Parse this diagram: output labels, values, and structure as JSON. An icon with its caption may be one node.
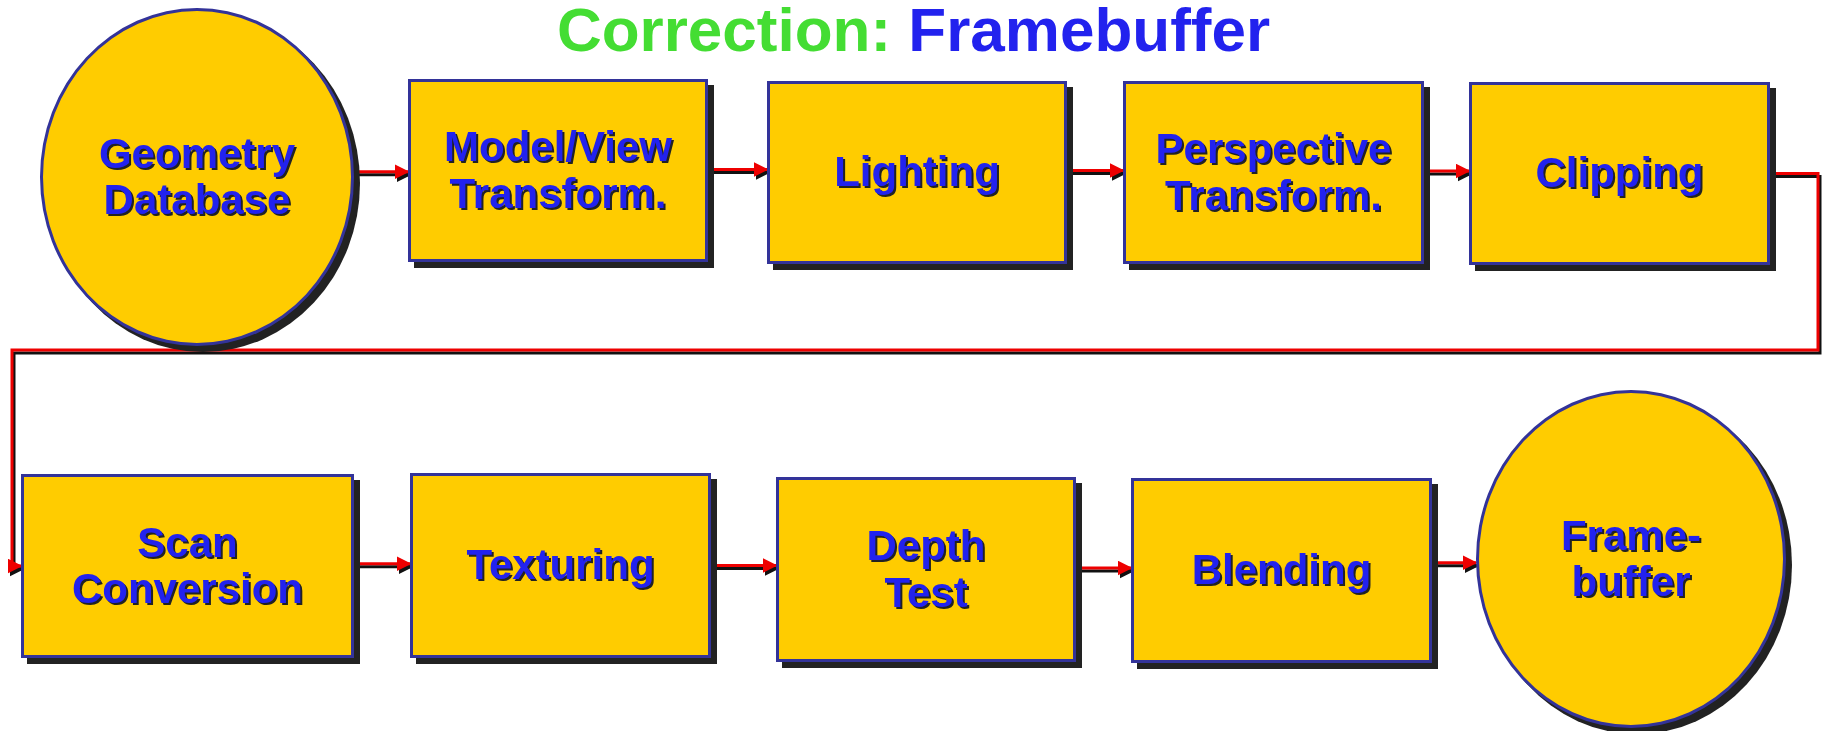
{
  "diagram": {
    "title": "Correction: Framebuffer",
    "nodes": [
      {
        "text": [
          "Geometry Database"
        ]
      },
      {
        "text": [
          "Model/View Transform."
        ]
      },
      {
        "text": [
          "Lighting"
        ]
      },
      {
        "text": [
          "Perspective Transform."
        ]
      },
      {
        "text": [
          "Clipping"
        ]
      },
      {
        "text": [
          "Scan Conversion"
        ]
      },
      {
        "text": [
          "Texturing"
        ]
      },
      {
        "text": [
          "Depth Test"
        ]
      },
      {
        "text": [
          "Blending"
        ]
      },
      {
        "text": [
          "Frame- buffer"
        ]
      }
    ],
    "edges": [
      {
        "from": 0,
        "to": 1,
        "arrow": "to"
      },
      {
        "from": 1,
        "to": 2,
        "arrow": "to"
      },
      {
        "from": 2,
        "to": 3,
        "arrow": "to"
      },
      {
        "from": 3,
        "to": 4,
        "arrow": "to"
      },
      {
        "from": 4,
        "to": 5,
        "arrow": "to"
      },
      {
        "from": 5,
        "to": 6,
        "arrow": "to"
      },
      {
        "from": 6,
        "to": 7,
        "arrow": "to"
      },
      {
        "from": 7,
        "to": 8,
        "arrow": "to"
      },
      {
        "from": 8,
        "to": 9,
        "arrow": "to"
      }
    ]
  }
}
